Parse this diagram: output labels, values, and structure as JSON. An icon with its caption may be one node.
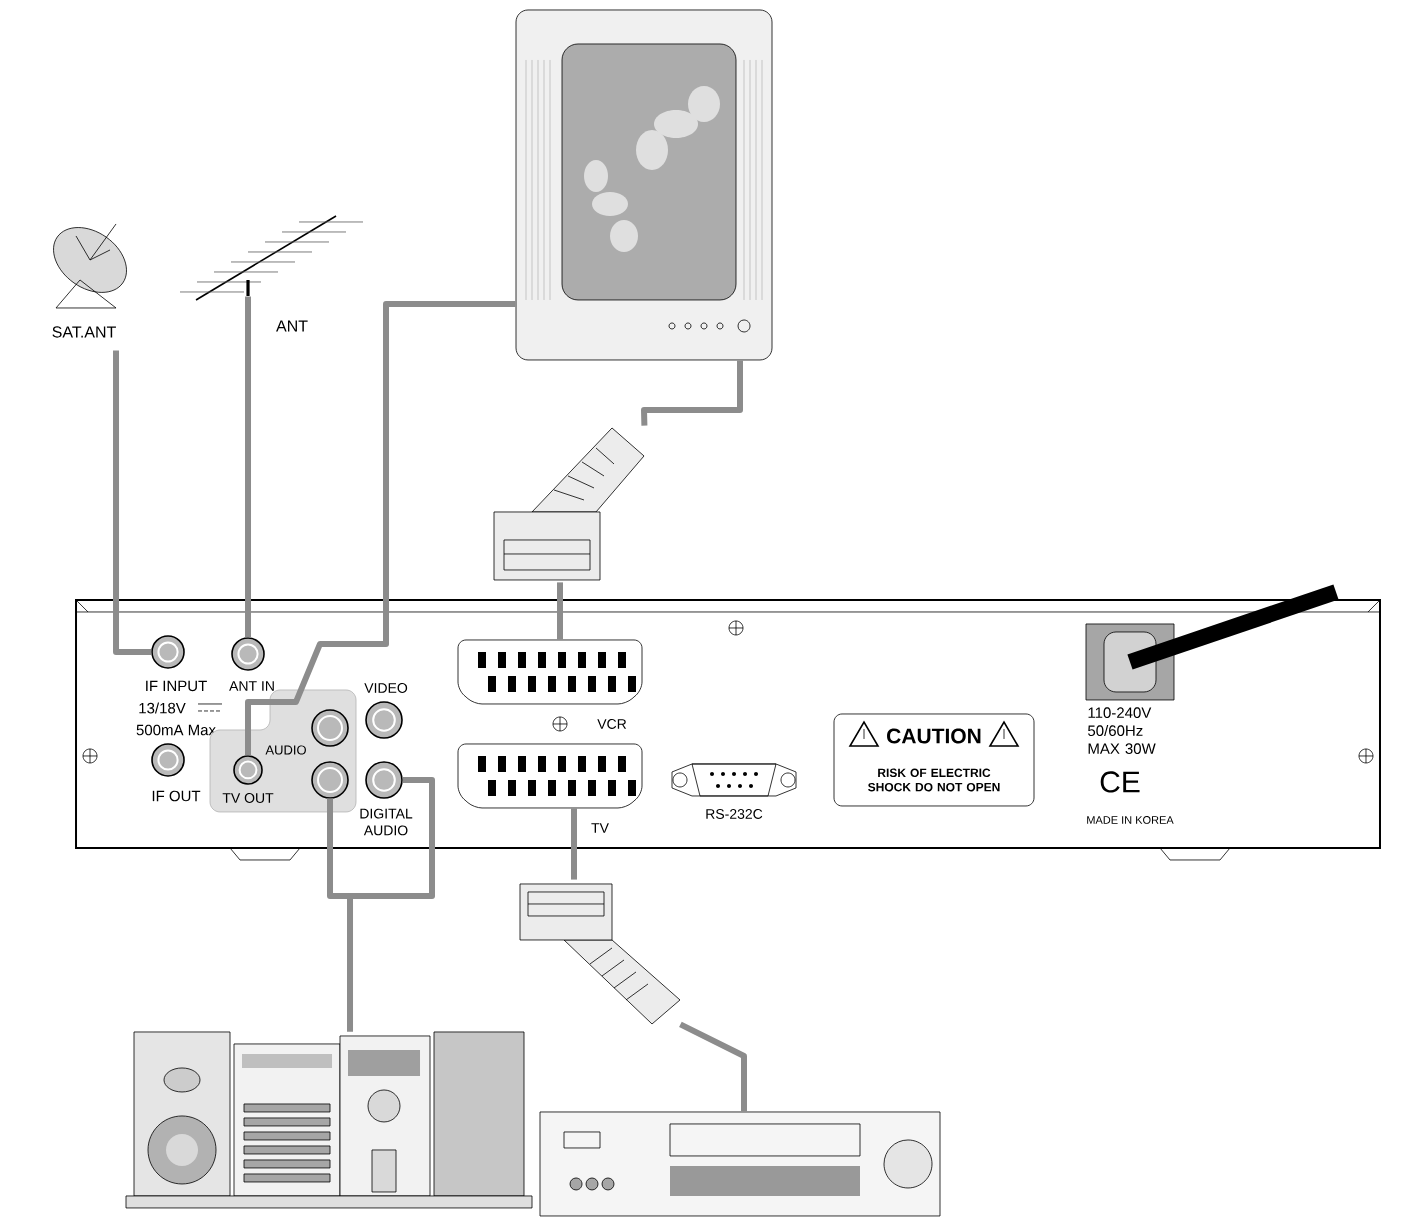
{
  "diagram": {
    "nodes": [
      {
        "text": [],
        "shape": "picture",
        "beside": [
          "SAT.ANT"
        ]
      },
      {
        "text": [],
        "shape": "picture",
        "beside": [
          "ANT"
        ]
      },
      {
        "text": [],
        "shape": "picture"
      },
      {
        "text": [],
        "shape": "picture"
      },
      {
        "text": [],
        "shape": "box"
      },
      {
        "text": [
          "IF INPUT",
          "13/18V",
          "500mA Max"
        ],
        "in": 4
      },
      {
        "text": [
          "ANT IN"
        ],
        "in": 4
      },
      {
        "text": [
          "IF OUT"
        ],
        "in": 4
      },
      {
        "text": [],
        "shape": "box",
        "in": 4
      },
      {
        "text": [
          "TV OUT"
        ],
        "in": 8
      },
      {
        "text": [
          "AUDIO"
        ],
        "in": 8
      },
      {
        "text": [
          "VIDEO"
        ],
        "in": 4
      },
      {
        "text": [
          "DIGITAL AUDIO"
        ],
        "in": 4
      },
      {
        "text": [
          "VCR"
        ],
        "in": 4
      },
      {
        "text": [
          "TV"
        ],
        "in": 4
      },
      {
        "text": [
          "RS-232C"
        ],
        "in": 4
      },
      {
        "text": [
          "CAUTION",
          "RISK OF ELECTRIC SHOCK DO NOT OPEN"
        ],
        "in": 4
      },
      {
        "text": [],
        "shape": "box",
        "beside": [
          "110-240V 50/60Hz MAX 30W"
        ],
        "in": 4
      },
      {
        "text": [],
        "shape": "picture"
      },
      {
        "text": [],
        "shape": "picture"
      },
      {
        "text": [],
        "shape": "picture"
      }
    ],
    "edges": [
      {
        "from": 0,
        "to": 5,
        "arrow": "none"
      },
      {
        "from": 1,
        "to": 6,
        "arrow": "none"
      },
      {
        "from": 9,
        "to": 2,
        "arrow": "none"
      },
      {
        "from": 2,
        "to": 3,
        "arrow": "none"
      },
      {
        "from": 3,
        "to": 13,
        "arrow": "none"
      },
      {
        "from": 14,
        "to": 18,
        "arrow": "none"
      },
      {
        "from": 18,
        "to": 20,
        "arrow": "none"
      },
      {
        "from": 10,
        "to": 19,
        "arrow": "none"
      },
      {
        "from": 12,
        "to": 19,
        "arrow": "none"
      },
      {
        "from": 17,
        "to": null,
        "arrow": "none",
        "style": "thick",
        "color": "#000000"
      }
    ],
    "labels": [
      "CE",
      "MADE IN KOREA"
    ]
  }
}
